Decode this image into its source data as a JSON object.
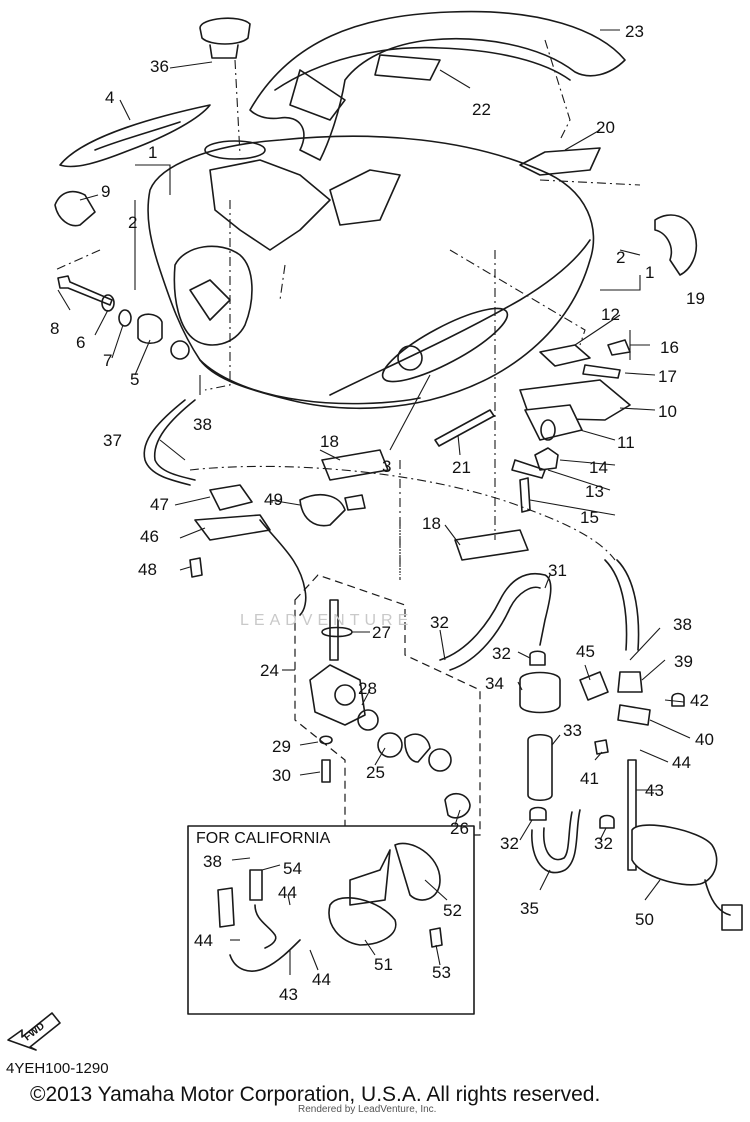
{
  "diagram": {
    "callouts": [
      "1",
      "1",
      "2",
      "2",
      "3",
      "4",
      "5",
      "6",
      "7",
      "8",
      "9",
      "10",
      "11",
      "12",
      "13",
      "14",
      "15",
      "16",
      "17",
      "18",
      "18",
      "19",
      "20",
      "21",
      "22",
      "23",
      "24",
      "25",
      "26",
      "27",
      "28",
      "29",
      "30",
      "31",
      "32",
      "32",
      "32",
      "32",
      "33",
      "34",
      "35",
      "36",
      "37",
      "38",
      "38",
      "38",
      "39",
      "40",
      "41",
      "42",
      "43",
      "43",
      "44",
      "44",
      "44",
      "44",
      "45",
      "46",
      "47",
      "48",
      "49",
      "50",
      "51",
      "52",
      "53",
      "54"
    ],
    "inset_title": "FOR CALIFORNIA",
    "fwd_label": "FWD",
    "ref_code": "4YEH100-1290",
    "watermark": "LEADVENTURE",
    "copyright": "©2013 Yamaha Motor Corporation, U.S.A. All rights reserved.",
    "rendered_by": "Rendered by LeadVenture, Inc."
  }
}
